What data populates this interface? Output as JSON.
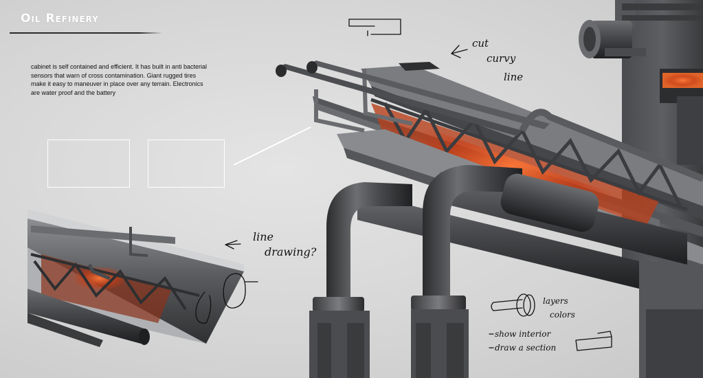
{
  "title": "Oil Refinery",
  "description": "cabinet is self contained and efficient. It has built in anti bacterial sensors that warn of cross contamination. Giant rugged tires make it easy to maneuver in place over any terrain. Electronics are water proof and the battery",
  "annotations": {
    "cut_curvy_line": [
      "cut",
      "curvy",
      "line"
    ],
    "line_drawing": [
      "line",
      "drawing?"
    ],
    "layers_notes": [
      "layers",
      "colors",
      "show interior",
      "draw a section"
    ]
  },
  "colors": {
    "background": "#d8d8d8",
    "metal_dark": "#3a3b3d",
    "metal_mid": "#6e6f72",
    "metal_light": "#a9aaac",
    "glow": "#d9481b",
    "ink": "#111111"
  }
}
